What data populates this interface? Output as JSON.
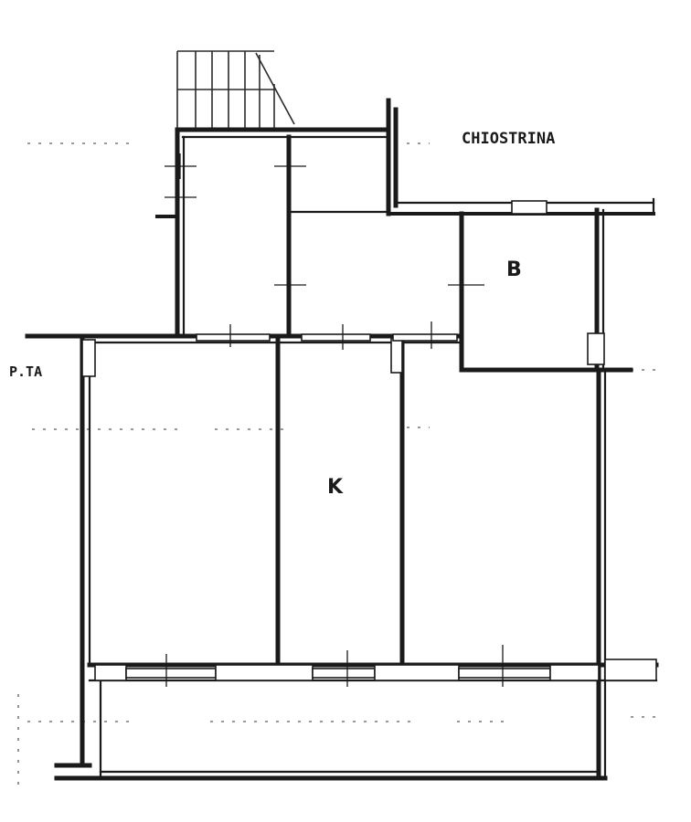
{
  "plan": {
    "labels": {
      "courtyard": "CHIOSTRINA",
      "room_b": "B",
      "room_k": "K",
      "floor": "P.TA"
    }
  }
}
